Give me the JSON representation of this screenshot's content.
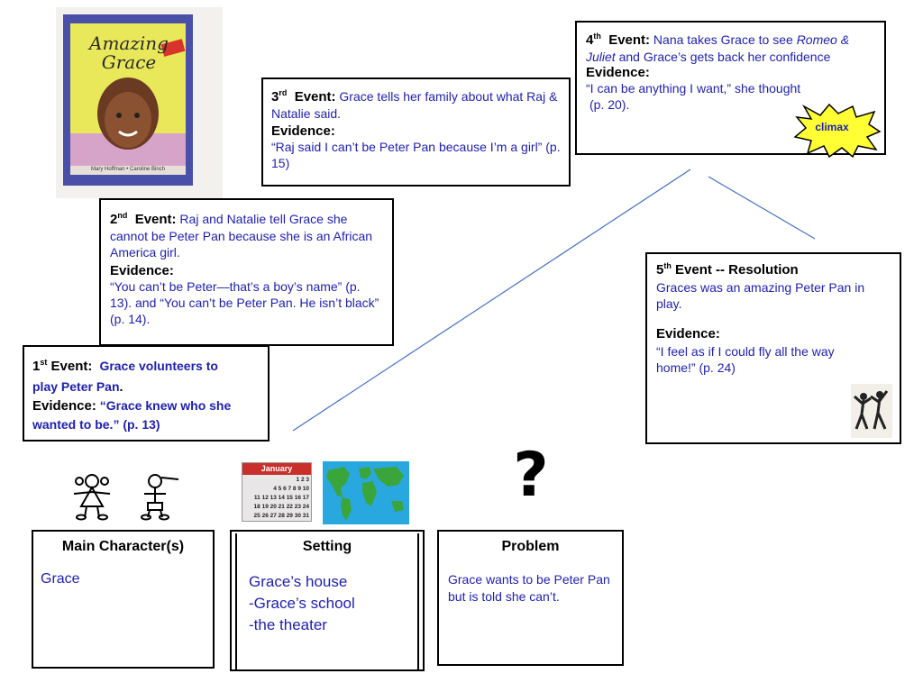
{
  "book": {
    "title_line1": "Amazing",
    "title_line2": "Grace",
    "authors": "Mary Hoffman • Caroline Binch"
  },
  "events": {
    "e1": {
      "ord": "1",
      "sup": "st",
      "label": " Event:",
      "text_a": "Grace volunteers to",
      "text_b": "play Peter Pan",
      "dot": ".",
      "ev_label": "Evidence:",
      "ev_text_a": "“Grace knew who she",
      "ev_text_b": "wanted to be.” (p. 13)"
    },
    "e2": {
      "ord": "2",
      "sup": "nd",
      "label": "Event:",
      "text": "Raj and Natalie tell Grace she cannot be Peter Pan because she is an African America girl.",
      "ev_label": "Evidence:",
      "ev_text": "“You can’t be Peter—that’s a boy’s name” (p. 13). and “You can’t be Peter Pan.  He isn’t black” (p. 14)."
    },
    "e3": {
      "ord": "3",
      "sup": "rd",
      "label": "Event:",
      "text": "Grace tells her family about what Raj & Natalie said.",
      "ev_label": "Evidence:",
      "ev_text": "“Raj said I can’t be Peter Pan because I’m a girl” (p.  15)"
    },
    "e4": {
      "ord": "4",
      "sup": "th",
      "label": "Event:",
      "text_a": "Nana takes Grace to see ",
      "text_italic": "Romeo & Juliet",
      "text_b": " and Grace’s gets back her confidence",
      "ev_label": "Evidence:",
      "ev_text_a": "“I can be anything I want,” she thought",
      "ev_text_b": "(p. 20)."
    },
    "e5": {
      "ord": "5",
      "sup": "th",
      "label": " Event  -- Resolution",
      "text": "Graces was an amazing Peter Pan in play.",
      "ev_label": "Evidence:",
      "ev_text": "“I feel as if I could fly all the way home!”  (p. 24)"
    }
  },
  "climax": "climax",
  "calendar": {
    "month": "January",
    "rows": [
      "1 2 3",
      "4 5 6 7 8 9 10",
      "11 12 13 14 15 16 17",
      "18 19 20 21 22 23 24",
      "25 26 27 28 29 30 31"
    ]
  },
  "question_mark": "?",
  "story": {
    "characters": {
      "heading": "Main Character(s)",
      "items": [
        "Grace"
      ]
    },
    "setting": {
      "heading": "Setting",
      "items": [
        "Grace’s house",
        "-Grace’s school",
        "-the theater"
      ]
    },
    "problem": {
      "heading": "Problem",
      "text": "Grace wants to be Peter Pan but is told she can’t."
    }
  }
}
